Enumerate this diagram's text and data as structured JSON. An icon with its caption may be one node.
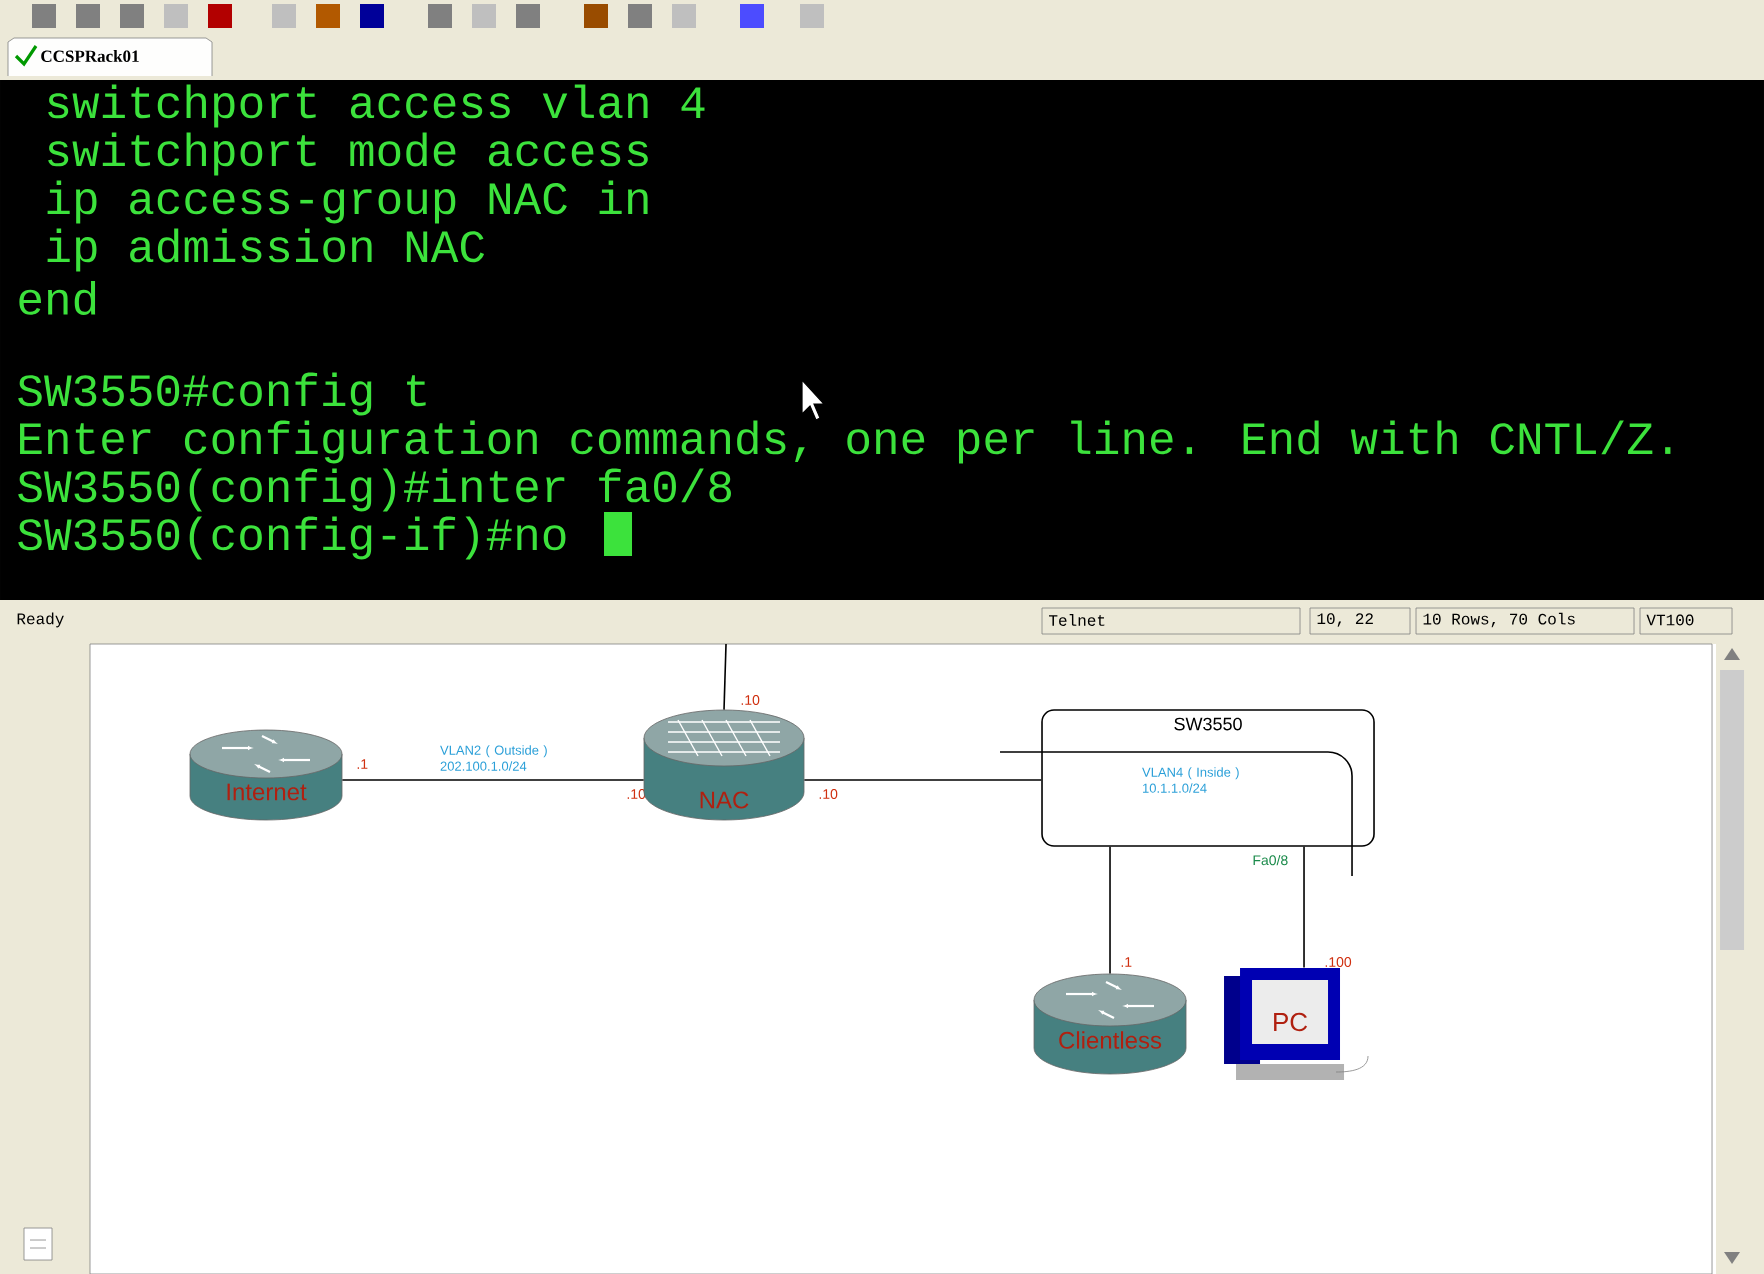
{
  "diagram": {
    "nodes": [
      {
        "text": [
          "Internet"
        ]
      },
      {
        "text": [
          "NAC"
        ]
      },
      {
        "text": [
          "SW3550",
          "VLAN4 ( Inside ) 10.1.1.0/24"
        ],
        "beside": [
          "Fa0/8"
        ]
      },
      {
        "text": [
          "Clientless"
        ]
      },
      {
        "text": [
          "PC"
        ]
      }
    ],
    "edges": [
      {
        "from": 0,
        "to": 1,
        "arrow": "none",
        "label": "VLAN2 ( Outside ) 202.100.1.0/24"
      },
      {
        "from": 1,
        "to": 2,
        "arrow": "none"
      },
      {
        "from": 2,
        "to": 3,
        "arrow": "none"
      },
      {
        "from": 2,
        "to": 4,
        "arrow": "none"
      },
      {
        "from": null,
        "to": 1,
        "arrow": "none"
      }
    ],
    "labels": [
      "CCSPRack01",
      "switchport access vlan 4",
      "switchport mode access",
      "ip access-group NAC in",
      "ip admission NAC",
      "end",
      "SW3550#config t",
      "Enter configuration commands, one per line.  End with CNTL/Z.",
      "SW3550(config)#inter fa0/8",
      "SW3550(config-if)#no",
      "Ready",
      "Telnet",
      "10,  22",
      "10 Rows,  70 Cols",
      "VT100",
      ".1",
      ".10",
      ".10",
      ".10",
      ".1",
      ".100"
    ]
  }
}
